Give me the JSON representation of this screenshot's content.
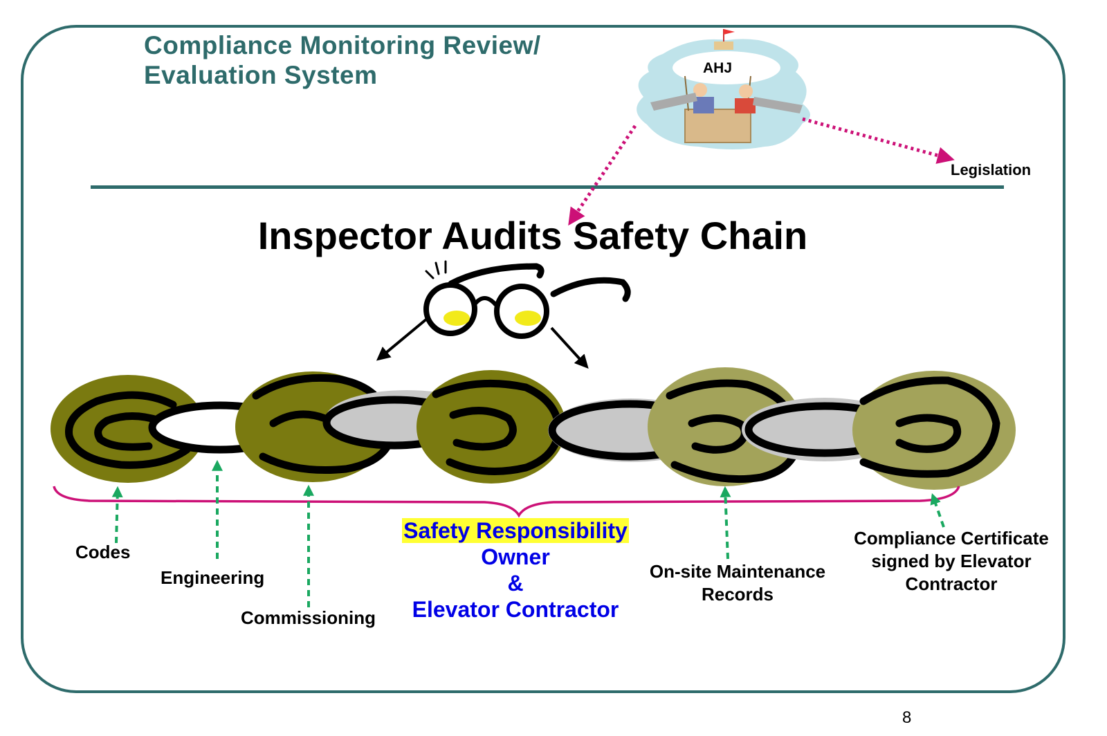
{
  "title": {
    "line1": "Compliance Monitoring Review/",
    "line2": "Evaluation System"
  },
  "heading": "Inspector Audits Safety Chain",
  "ahj_label": "AHJ",
  "legislation_label": "Legislation",
  "chain_labels": {
    "codes": "Codes",
    "engineering": "Engineering",
    "commissioning": "Commissioning",
    "maintenance_line1": "On-site Maintenance",
    "maintenance_line2": "Records",
    "certificate_line1": "Compliance Certificate",
    "certificate_line2": "signed by Elevator",
    "certificate_line3": "Contractor"
  },
  "responsibility": {
    "line1": "Safety Responsibility",
    "line2": "Owner",
    "line3": "&",
    "line4": "Elevator Contractor"
  },
  "page_number": "8",
  "colors": {
    "frame": "#2e6b6b",
    "title": "#2e6b6b",
    "olive_link": "#7a7a10",
    "grey_link": "#c8c8c8",
    "dotted_arrow": "#cc1177",
    "green_arrow": "#1aa860",
    "responsibility_text": "#0000e6",
    "highlight": "#ffff33"
  }
}
